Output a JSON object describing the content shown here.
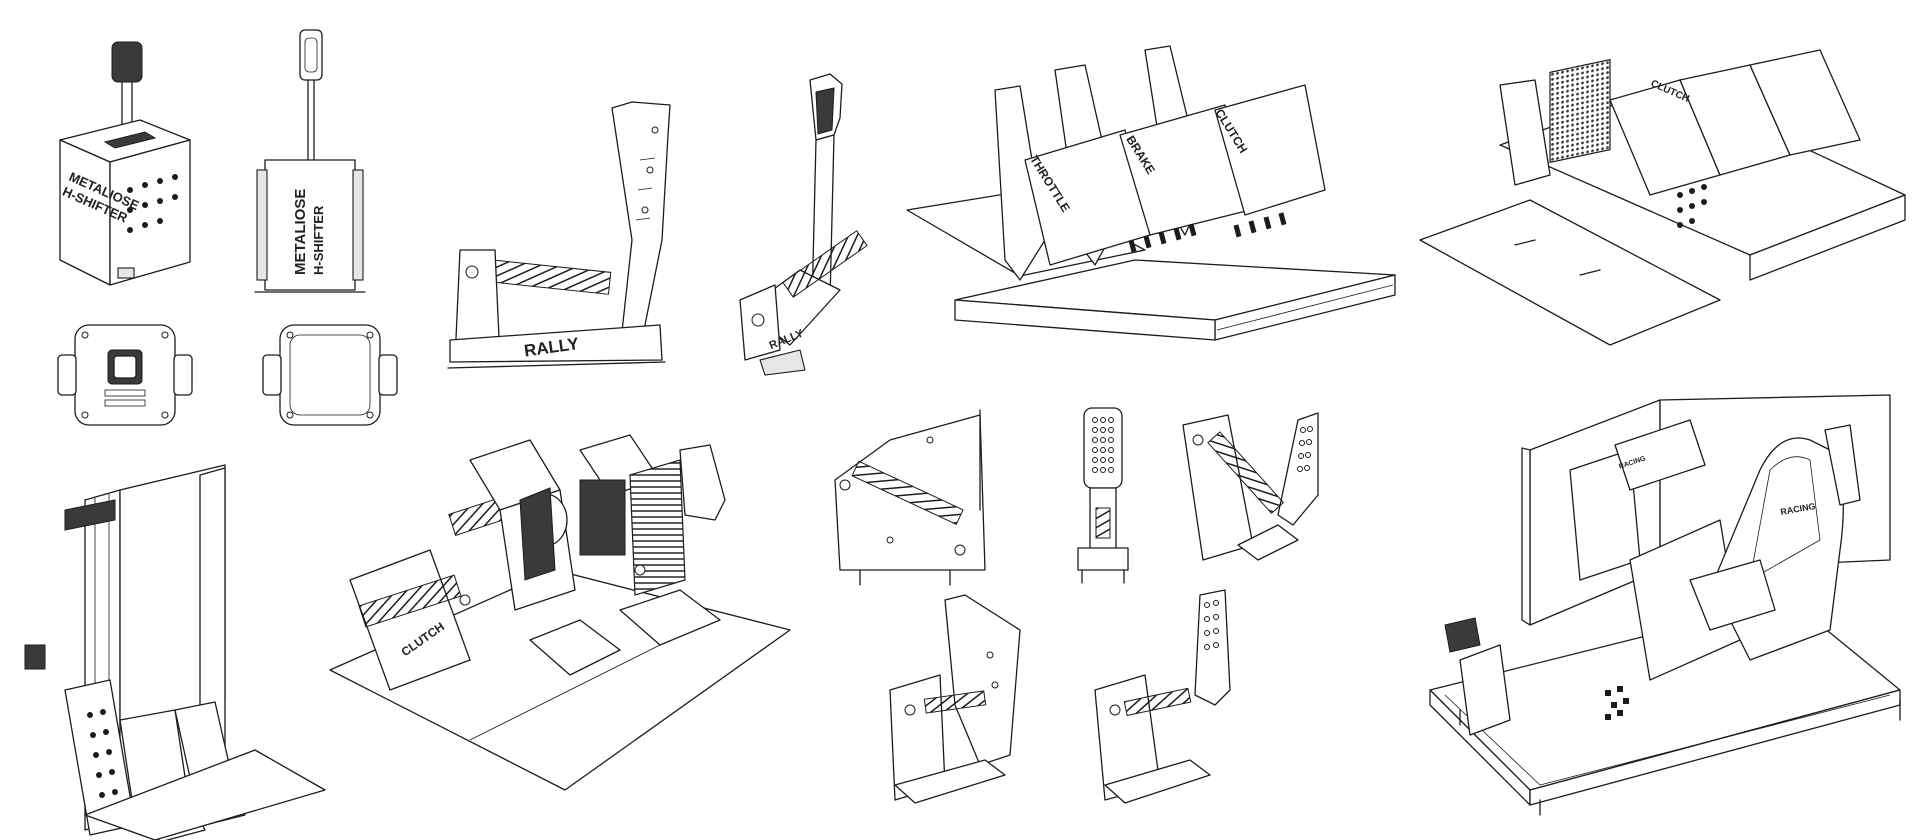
{
  "labels": {
    "shifter_brand": "METALIOSE",
    "shifter_model": "H-SHIFTER",
    "handbrake_label": "RALLY",
    "pedal_throttle": "THROTTLE",
    "pedal_brake": "BRAKE",
    "pedal_clutch": "CLUTCH",
    "pedal_clutch_short": "CLUTCH",
    "seat_brand": "RACING"
  }
}
